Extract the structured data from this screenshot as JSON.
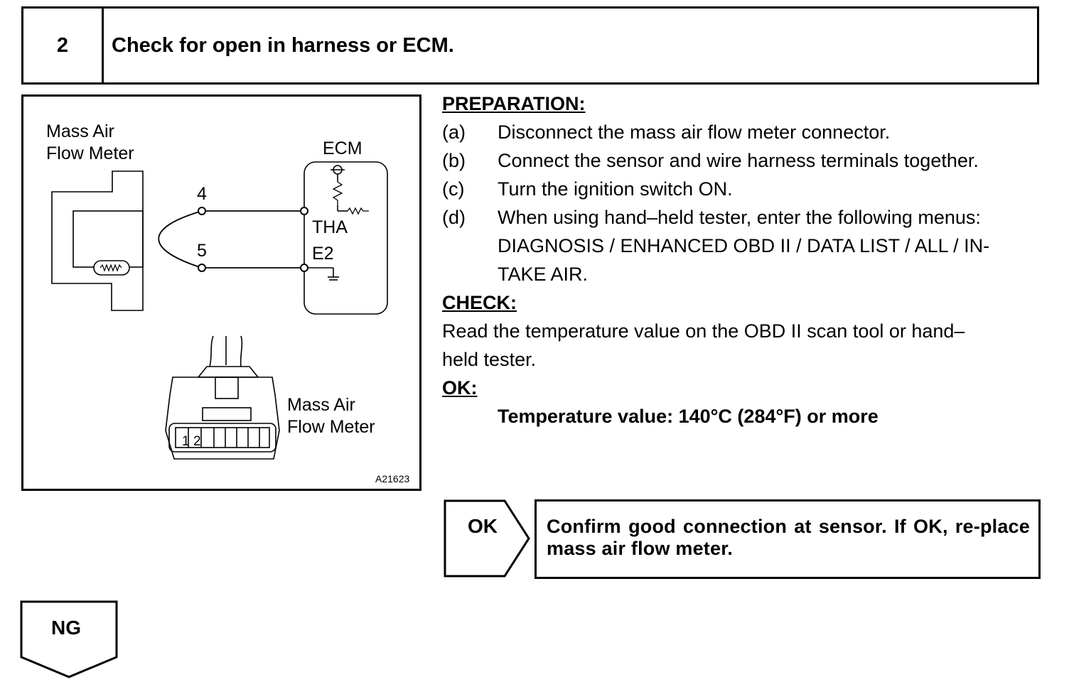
{
  "step": {
    "number": "2",
    "title": "Check for open in harness or ECM."
  },
  "figure": {
    "sensor_label_line1": "Mass Air",
    "sensor_label_line2": "Flow Meter",
    "ecm_label": "ECM",
    "terminal_4": "4",
    "terminal_5": "5",
    "tha_label": "THA",
    "e2_label": "E2",
    "connector_label_line1": "Mass Air",
    "connector_label_line2": "Flow Meter",
    "pin_1": "1",
    "pin_2": "2",
    "figure_code": "A21623"
  },
  "preparation": {
    "heading": "PREPARATION:",
    "steps": [
      {
        "label": "(a)",
        "lines": [
          "Disconnect the mass air flow meter connector."
        ]
      },
      {
        "label": "(b)",
        "lines": [
          "Connect the sensor and wire harness terminals together."
        ]
      },
      {
        "label": "(c)",
        "lines": [
          "Turn the ignition switch ON."
        ]
      },
      {
        "label": "(d)",
        "lines": [
          "When using hand–held tester, enter the following menus:",
          "DIAGNOSIS / ENHANCED OBD II / DATA LIST / ALL / IN-",
          "TAKE AIR."
        ]
      }
    ]
  },
  "check": {
    "heading": "CHECK:",
    "lines": [
      "Read the temperature value on the OBD II scan tool or hand–",
      "held tester."
    ]
  },
  "ok": {
    "heading": "OK:",
    "spec": "Temperature value: 140°C (284°F) or more"
  },
  "ok_result": {
    "label": "OK",
    "action": "Confirm good connection at sensor. If OK, re-place mass air flow meter."
  },
  "ng_result": {
    "label": "NG"
  }
}
